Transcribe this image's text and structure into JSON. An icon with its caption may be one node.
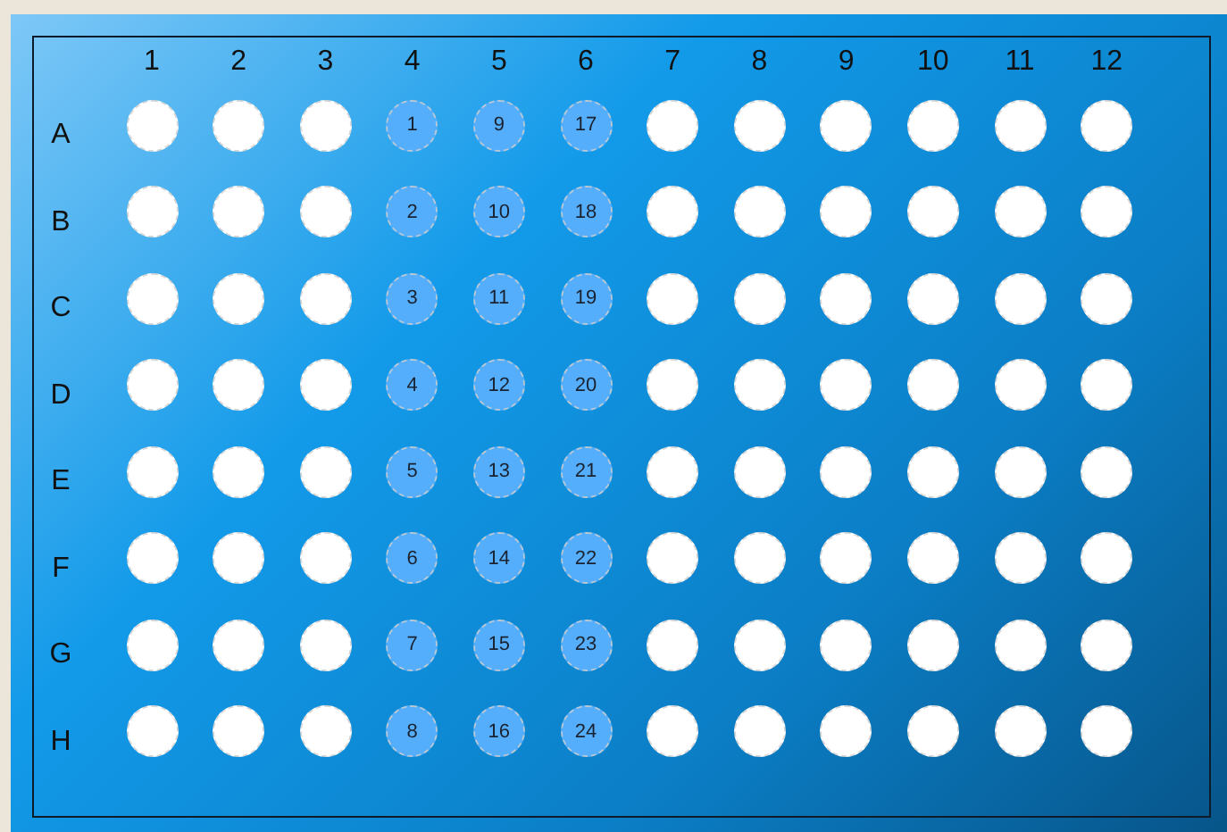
{
  "diagram": {
    "nodes": [
      {
        "text": [],
        "shape": "circle"
      },
      {
        "text": [],
        "shape": "circle"
      },
      {
        "text": [],
        "shape": "circle"
      },
      {
        "text": [
          "1"
        ]
      },
      {
        "text": [
          "9"
        ]
      },
      {
        "text": [
          "17"
        ]
      },
      {
        "text": [],
        "shape": "circle"
      },
      {
        "text": [],
        "shape": "circle"
      },
      {
        "text": [],
        "shape": "circle"
      },
      {
        "text": [],
        "shape": "circle"
      },
      {
        "text": [],
        "shape": "circle"
      },
      {
        "text": [],
        "shape": "circle"
      },
      {
        "text": [],
        "shape": "circle"
      },
      {
        "text": [],
        "shape": "circle"
      },
      {
        "text": [],
        "shape": "circle"
      },
      {
        "text": [
          "2"
        ]
      },
      {
        "text": [
          "10"
        ]
      },
      {
        "text": [
          "18"
        ]
      },
      {
        "text": [],
        "shape": "circle"
      },
      {
        "text": [],
        "shape": "circle"
      },
      {
        "text": [],
        "shape": "circle"
      },
      {
        "text": [],
        "shape": "circle"
      },
      {
        "text": [],
        "shape": "circle"
      },
      {
        "text": [],
        "shape": "circle"
      },
      {
        "text": [],
        "shape": "circle"
      },
      {
        "text": [],
        "shape": "circle"
      },
      {
        "text": [],
        "shape": "circle"
      },
      {
        "text": [
          "3"
        ]
      },
      {
        "text": [
          "11"
        ]
      },
      {
        "text": [
          "19"
        ]
      },
      {
        "text": [],
        "shape": "circle"
      },
      {
        "text": [],
        "shape": "circle"
      },
      {
        "text": [],
        "shape": "circle"
      },
      {
        "text": [],
        "shape": "circle"
      },
      {
        "text": [],
        "shape": "circle"
      },
      {
        "text": [],
        "shape": "circle"
      },
      {
        "text": [],
        "shape": "circle"
      },
      {
        "text": [],
        "shape": "circle"
      },
      {
        "text": [],
        "shape": "circle"
      },
      {
        "text": [
          "4"
        ]
      },
      {
        "text": [
          "12"
        ]
      },
      {
        "text": [
          "20"
        ]
      },
      {
        "text": [],
        "shape": "circle"
      },
      {
        "text": [],
        "shape": "circle"
      },
      {
        "text": [],
        "shape": "circle"
      },
      {
        "text": [],
        "shape": "circle"
      },
      {
        "text": [],
        "shape": "circle"
      },
      {
        "text": [],
        "shape": "circle"
      },
      {
        "text": [],
        "shape": "circle"
      },
      {
        "text": [],
        "shape": "circle"
      },
      {
        "text": [],
        "shape": "circle"
      },
      {
        "text": [
          "5"
        ]
      },
      {
        "text": [
          "13"
        ]
      },
      {
        "text": [
          "21"
        ]
      },
      {
        "text": [],
        "shape": "circle"
      },
      {
        "text": [],
        "shape": "circle"
      },
      {
        "text": [],
        "shape": "circle"
      },
      {
        "text": [],
        "shape": "circle"
      },
      {
        "text": [],
        "shape": "circle"
      },
      {
        "text": [],
        "shape": "circle"
      },
      {
        "text": [],
        "shape": "circle"
      },
      {
        "text": [],
        "shape": "circle"
      },
      {
        "text": [],
        "shape": "circle"
      },
      {
        "text": [
          "6"
        ]
      },
      {
        "text": [
          "14"
        ]
      },
      {
        "text": [
          "22"
        ]
      },
      {
        "text": [],
        "shape": "circle"
      },
      {
        "text": [],
        "shape": "circle"
      },
      {
        "text": [],
        "shape": "circle"
      },
      {
        "text": [],
        "shape": "circle"
      },
      {
        "text": [],
        "shape": "circle"
      },
      {
        "text": [],
        "shape": "circle"
      },
      {
        "text": [],
        "shape": "circle"
      },
      {
        "text": [],
        "shape": "circle"
      },
      {
        "text": [],
        "shape": "circle"
      },
      {
        "text": [
          "7"
        ]
      },
      {
        "text": [
          "15"
        ]
      },
      {
        "text": [
          "23"
        ]
      },
      {
        "text": [],
        "shape": "circle"
      },
      {
        "text": [],
        "shape": "circle"
      },
      {
        "text": [],
        "shape": "circle"
      },
      {
        "text": [],
        "shape": "circle"
      },
      {
        "text": [],
        "shape": "circle"
      },
      {
        "text": [],
        "shape": "circle"
      },
      {
        "text": [],
        "shape": "circle"
      },
      {
        "text": [],
        "shape": "circle"
      },
      {
        "text": [],
        "shape": "circle"
      },
      {
        "text": [
          "8"
        ]
      },
      {
        "text": [
          "16"
        ]
      },
      {
        "text": [
          "24"
        ]
      },
      {
        "text": [],
        "shape": "circle"
      },
      {
        "text": [],
        "shape": "circle"
      },
      {
        "text": [],
        "shape": "circle"
      },
      {
        "text": [],
        "shape": "circle"
      },
      {
        "text": [],
        "shape": "circle"
      },
      {
        "text": [],
        "shape": "circle"
      }
    ],
    "labels": [
      "1",
      "2",
      "3",
      "4",
      "5",
      "6",
      "7",
      "8",
      "9",
      "10",
      "11",
      "12",
      "A",
      "B",
      "C",
      "D",
      "E",
      "F",
      "G",
      "H"
    ]
  }
}
